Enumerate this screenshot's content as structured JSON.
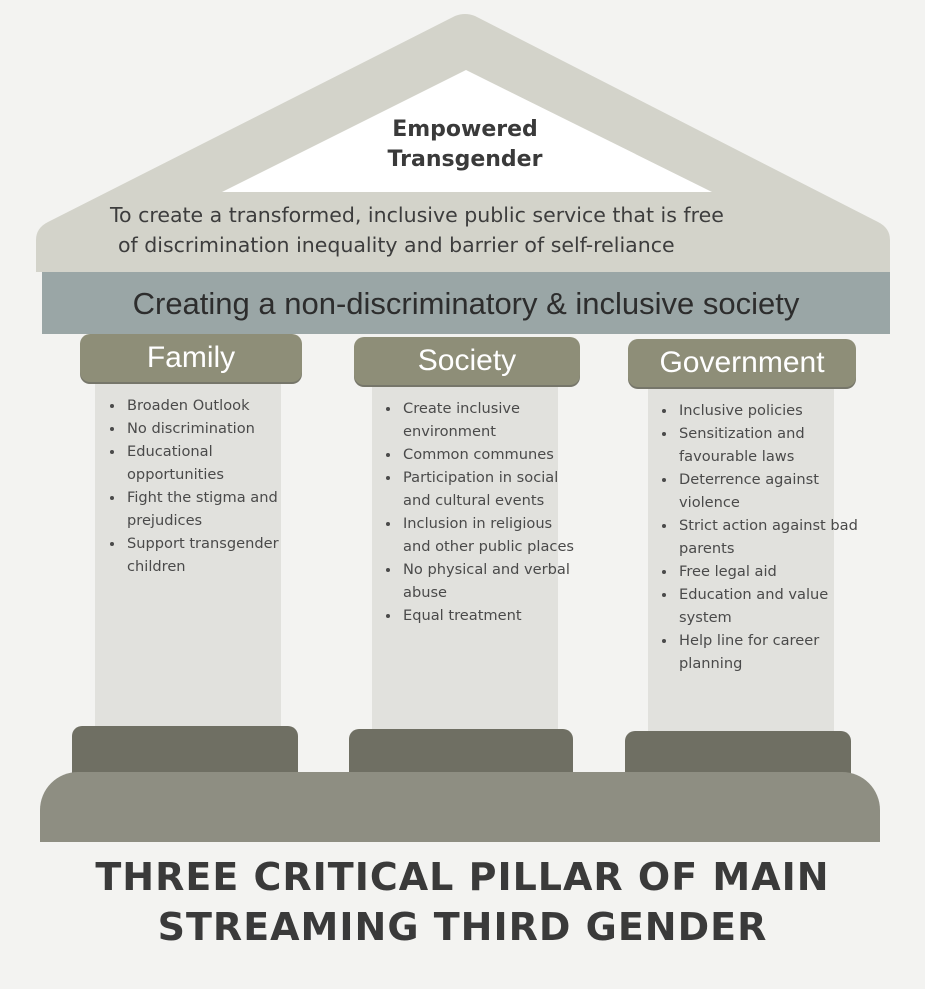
{
  "header": {
    "title_line1": "Empowered",
    "title_line2": "Transgender",
    "mission_line1": "To create a transformed, inclusive public service that is free",
    "mission_line2": "of discrimination inequality and barrier of self-reliance"
  },
  "beam": {
    "text": "Creating a non-discriminatory & inclusive society"
  },
  "pillars": [
    {
      "title": "Family",
      "items": [
        "Broaden Outlook",
        "No discrimination",
        "Educational opportunities",
        "Fight the stigma and prejudices",
        "Support transgender children"
      ]
    },
    {
      "title": "Society",
      "items": [
        "Create inclusive environment",
        "Common communes",
        "Participation in social and cultural events",
        "Inclusion in religious and other public places",
        "No physical and verbal abuse",
        "Equal treatment"
      ]
    },
    {
      "title": "Government",
      "items": [
        "Inclusive policies",
        "Sensitization and favourable laws",
        "Deterrence against violence",
        "Strict action against bad parents",
        "Free legal aid",
        "Education and value system",
        "Help line for career planning"
      ]
    }
  ],
  "footer": {
    "line1": "THREE CRITICAL PILLAR OF MAIN",
    "line2": "STREAMING THIRD GENDER"
  },
  "colors": {
    "roof": "#d3d3ca",
    "beam": "#9aa6a6",
    "capital": "#8e8e78",
    "shaft": "#e1e1dd",
    "base": "#6f6f63",
    "foundation": "#8e8e82",
    "text": "#3a3a3a"
  }
}
